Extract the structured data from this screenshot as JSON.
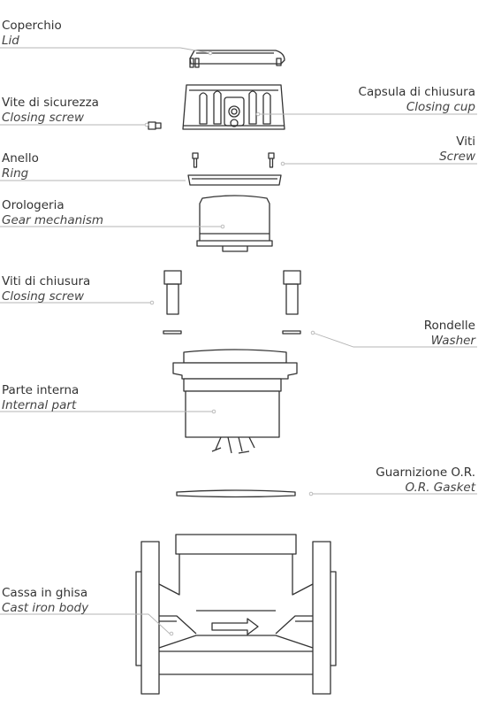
{
  "labels": {
    "lid": {
      "it": "Coperchio",
      "en": "Lid"
    },
    "vite": {
      "it": "Vite di sicurezza",
      "en": "Closing screw"
    },
    "capsula": {
      "it": "Capsula di chiusura",
      "en": "Closing cup"
    },
    "anello": {
      "it": "Anello",
      "en": "Ring"
    },
    "viti": {
      "it": "Viti",
      "en": "Screw"
    },
    "orologeria": {
      "it": "Orologeria",
      "en": "Gear mechanism"
    },
    "viti_chiusura": {
      "it": "Viti di chiusura",
      "en": "Closing screw"
    },
    "rondelle": {
      "it": "Rondelle",
      "en": "Washer"
    },
    "parte": {
      "it": "Parte interna",
      "en": "Internal part"
    },
    "guarnizione": {
      "it": "Guarnizione O.R.",
      "en": "O.R. Gasket"
    },
    "cassa": {
      "it": "Cassa in ghisa",
      "en": "Cast iron body"
    }
  },
  "colors": {
    "stroke": "#333333",
    "leader": "#b0b0b0",
    "text": "#333333"
  }
}
